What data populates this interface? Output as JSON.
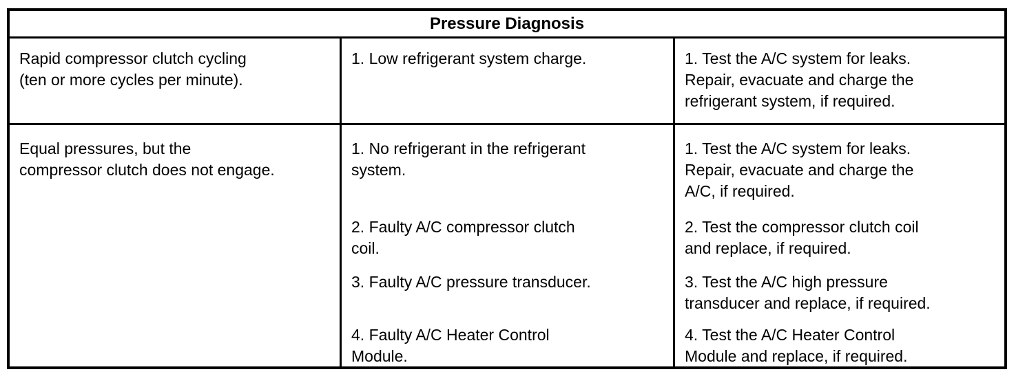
{
  "table": {
    "title": "Pressure Diagnosis",
    "rows": [
      {
        "condition": "Rapid compressor clutch cycling\n(ten or more cycles per minute).",
        "causes": [
          "1. Low refrigerant system charge."
        ],
        "corrections": [
          "1. Test the A/C system for leaks.\nRepair, evacuate and charge the\nrefrigerant system, if required."
        ]
      },
      {
        "condition": "Equal pressures, but the\ncompressor clutch does not engage.",
        "causes": [
          "1. No refrigerant in the refrigerant\nsystem.",
          "2. Faulty A/C compressor clutch\ncoil.",
          "3. Faulty A/C pressure transducer.",
          "4. Faulty A/C Heater Control\nModule."
        ],
        "corrections": [
          "1. Test the A/C system for leaks.\nRepair, evacuate and charge the\nA/C, if required.",
          "2. Test the compressor clutch coil\nand replace, if required.",
          "3. Test the A/C high pressure\ntransducer and replace, if required.",
          "4. Test the A/C Heater Control\nModule and replace, if required."
        ]
      }
    ]
  }
}
